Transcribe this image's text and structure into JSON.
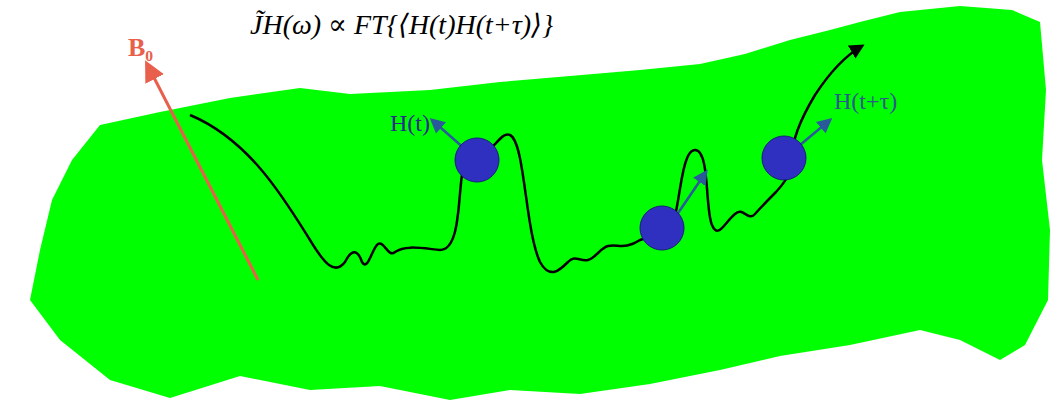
{
  "diagram": {
    "labels": [
      "B₀",
      "J̃H(ω) ∝ FT{⟨H(t)H(t+τ)⟩}",
      "H(t)",
      "H(t+τ)"
    ]
  }
}
